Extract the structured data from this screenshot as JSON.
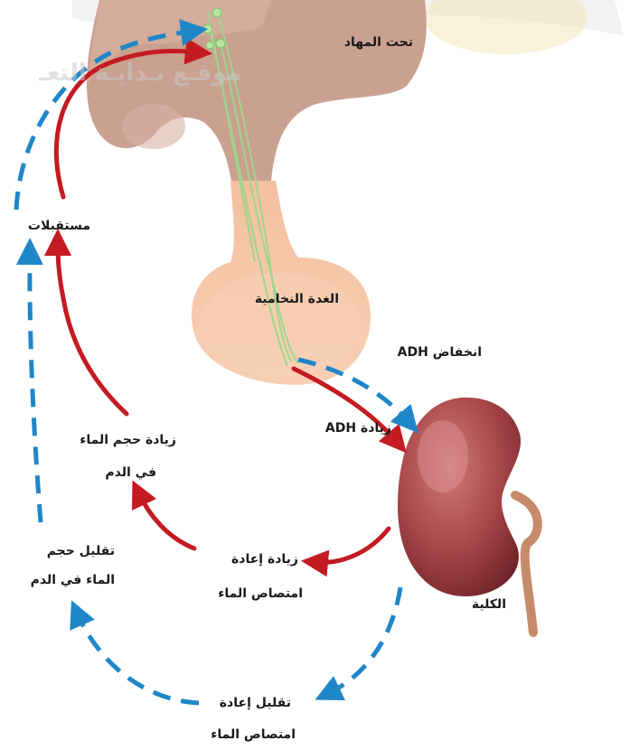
{
  "watermark": "موقـع بـدايـة التعـ",
  "labels": {
    "hypothalamus": "تحت المهاد",
    "pituitary": "الغدة النخامية",
    "receptors": "مستقبلات",
    "adh_decrease": "انخفاض ADH",
    "adh_increase": "زيادة ADH",
    "kidney": "الكلية",
    "blood_volume_increase_1": "زيادة حجم الماء",
    "blood_volume_increase_2": "في الدم",
    "blood_volume_decrease_1": "تقليل حجم",
    "blood_volume_decrease_2": "الماء في الدم",
    "reabsorption_increase_1": "زيادة إعادة",
    "reabsorption_increase_2": "امتصاص الماء",
    "reabsorption_decrease_1": "تقليل إعادة",
    "reabsorption_decrease_2": "امتصاص الماء"
  },
  "colors": {
    "increase_arrow": "#c41a22",
    "decrease_arrow": "#1f86c8",
    "gland": "#f6c6a6",
    "kidney": "#a8474a",
    "nerve": "#9ed68a"
  }
}
